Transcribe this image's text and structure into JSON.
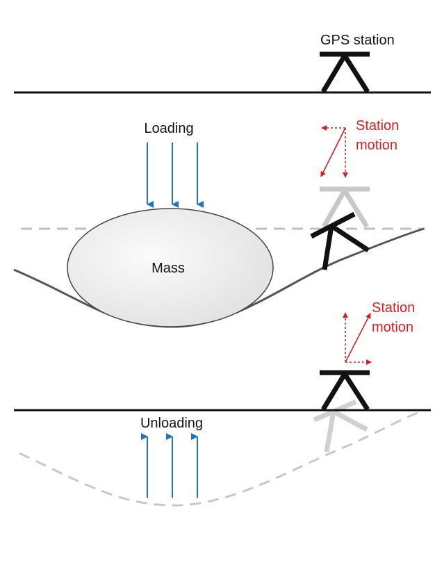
{
  "labels": {
    "gps_station": "GPS station",
    "loading": "Loading",
    "unloading": "Unloading",
    "mass": "Mass",
    "station_motion_top": [
      "Station",
      "motion"
    ],
    "station_motion_bottom": [
      "Station",
      "motion"
    ]
  },
  "colors": {
    "ground": "#111111",
    "load_arrow": "#1e73c8",
    "motion_arrow": "#d42020",
    "ghost": "#c8c8c8",
    "dashed_ref": "#c0c0c0",
    "mass_fill": "#ededed",
    "deformed_ground": "#555555"
  },
  "icons": {
    "station": "tripod-icon",
    "arrows": "arrow-icon"
  }
}
